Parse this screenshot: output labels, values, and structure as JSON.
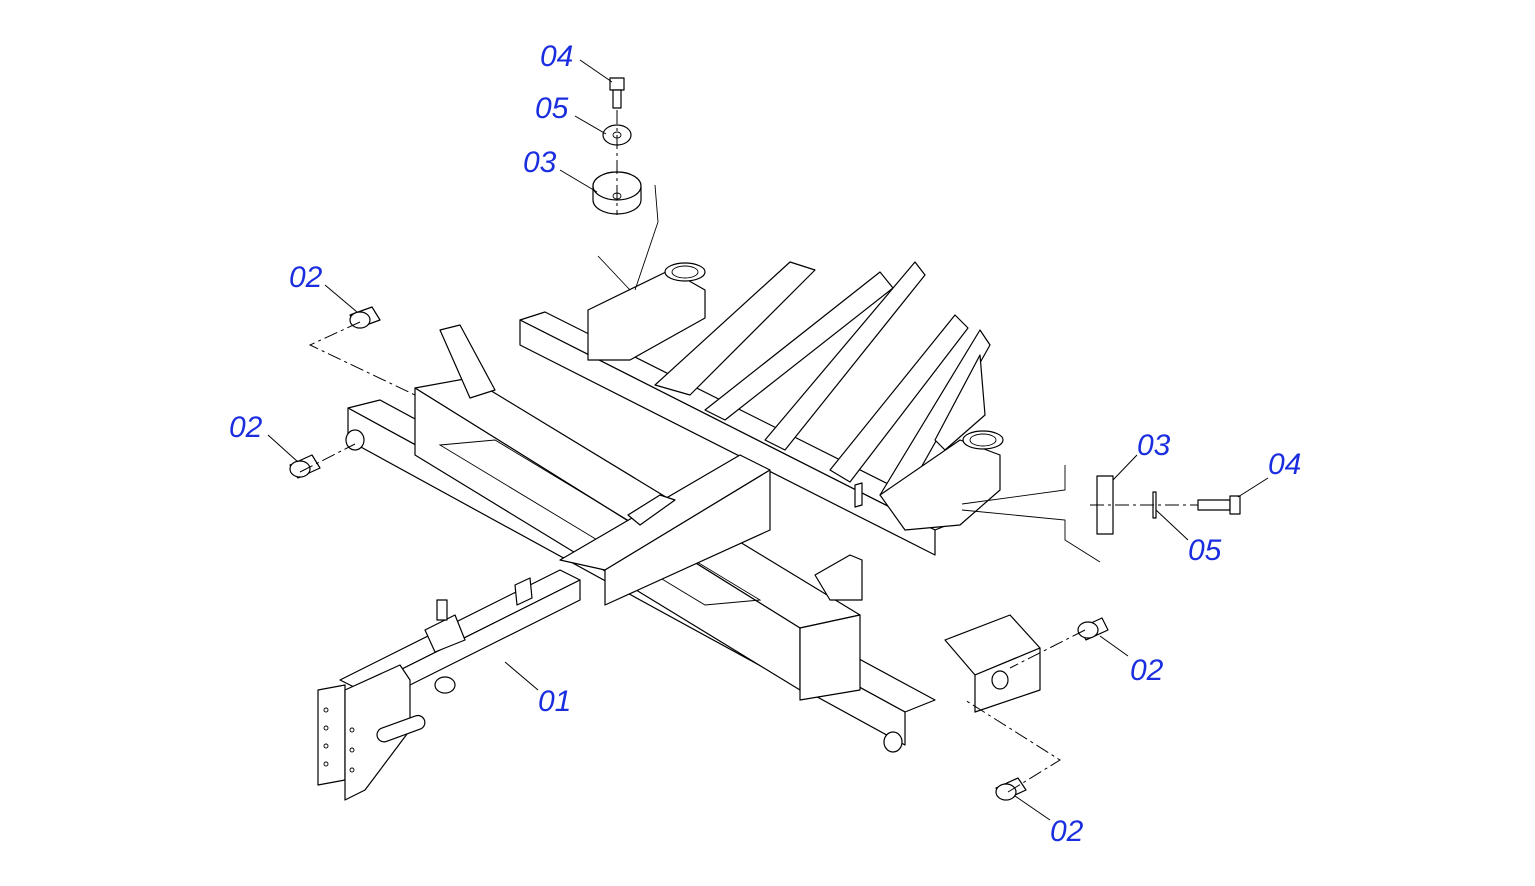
{
  "diagram": {
    "callouts": [
      {
        "id": "bolt-top",
        "label": "04"
      },
      {
        "id": "washer-top",
        "label": "05"
      },
      {
        "id": "pad-top",
        "label": "03"
      },
      {
        "id": "bushing-upper-left",
        "label": "02"
      },
      {
        "id": "bushing-left",
        "label": "02"
      },
      {
        "id": "frame",
        "label": "01"
      },
      {
        "id": "pad-right",
        "label": "03"
      },
      {
        "id": "bolt-right",
        "label": "04"
      },
      {
        "id": "washer-right",
        "label": "05"
      },
      {
        "id": "bushing-right",
        "label": "02"
      },
      {
        "id": "bushing-bottom-right",
        "label": "02"
      }
    ]
  },
  "colors": {
    "label": "#1a2ee0",
    "line": "#000000",
    "background": "#ffffff"
  }
}
